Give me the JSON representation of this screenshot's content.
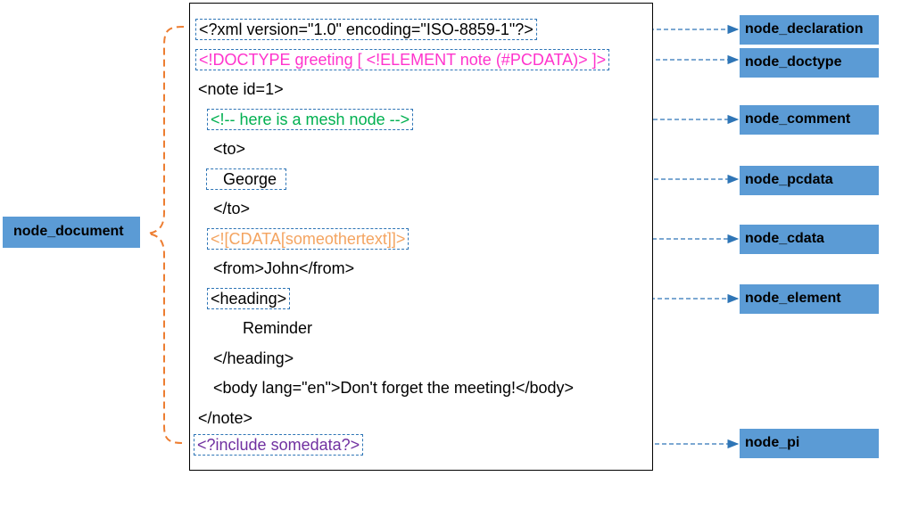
{
  "xml_lines": [
    {
      "text": "<?xml version=\"1.0\" encoding=\"ISO-8859-1\"?>",
      "color": "#000000"
    },
    {
      "text": "<!DOCTYPE greeting [ <!ELEMENT note (#PCDATA)> ]>",
      "color": "#ff33cc"
    },
    {
      "text": "<note id=1>",
      "color": "#000000"
    },
    {
      "text": "<!-- here is a mesh node -->",
      "color": "#00b050"
    },
    {
      "text": "<to>",
      "color": "#000000"
    },
    {
      "text": "George",
      "color": "#000000"
    },
    {
      "text": "</to>",
      "color": "#000000"
    },
    {
      "text": "<![CDATA[someothertext]]>",
      "color": "#f4a460"
    },
    {
      "text": "<from>John</from>",
      "color": "#000000"
    },
    {
      "text": "<heading>",
      "color": "#000000"
    },
    {
      "text": "Reminder",
      "color": "#000000"
    },
    {
      "text": "</heading>",
      "color": "#000000"
    },
    {
      "text": "<body lang=\"en\">Don't forget the meeting!</body>",
      "color": "#000000"
    },
    {
      "text": "</note>",
      "color": "#000000"
    },
    {
      "text": "<?include somedata?>",
      "color": "#7030a0"
    }
  ],
  "labels": {
    "document": "node_document",
    "declaration": "node_declaration",
    "doctype": "node_doctype",
    "comment": "node_comment",
    "pcdata": "node_pcdata",
    "cdata": "node_cdata",
    "element": "node_element",
    "pi": "node_pi"
  },
  "colors": {
    "label_fill": "#5b9bd5",
    "arrow": "#2e75b6",
    "brace": "#ed7d31"
  }
}
